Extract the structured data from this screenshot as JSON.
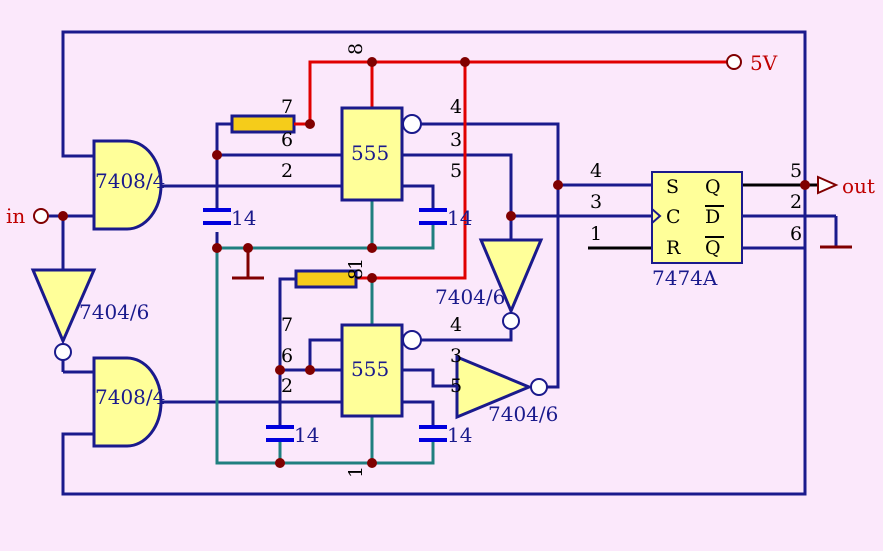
{
  "labels": {
    "supply": "5V",
    "input": "in",
    "output": "out",
    "and_top": "7408/4",
    "and_bottom": "7408/4",
    "inv_left": "7404/6",
    "inv_mid": "7404/6",
    "inv_right": "7404/6",
    "timer_top": "555",
    "timer_bottom": "555",
    "flipflop": "7474A",
    "cap_tl": "14",
    "cap_tr": "14",
    "cap_bl": "14",
    "cap_br": "14"
  },
  "pins": {
    "t8": "8",
    "t7": "7",
    "t6": "6",
    "t2": "2",
    "t4": "4",
    "t3": "3",
    "t5": "5",
    "t1": "1",
    "b8": "8",
    "b7": "7",
    "b6": "6",
    "b2": "2",
    "b4": "4",
    "b3": "3",
    "b5": "5",
    "b1": "1",
    "f4": "4",
    "f3": "3",
    "f1": "1",
    "f5": "5",
    "f2": "2",
    "f6": "6"
  },
  "flipflop_pins": {
    "s": "S",
    "c": "C",
    "r": "R",
    "q": "Q",
    "d": "D",
    "qbar": "Q"
  },
  "colors": {
    "background": "#fbe8fb",
    "wire_blue": "#1a1a8c",
    "wire_red": "#e00000",
    "wire_teal": "#1f7f7f",
    "component_fill": "#ffff99",
    "resistor_fill": "#f5cc1a"
  }
}
